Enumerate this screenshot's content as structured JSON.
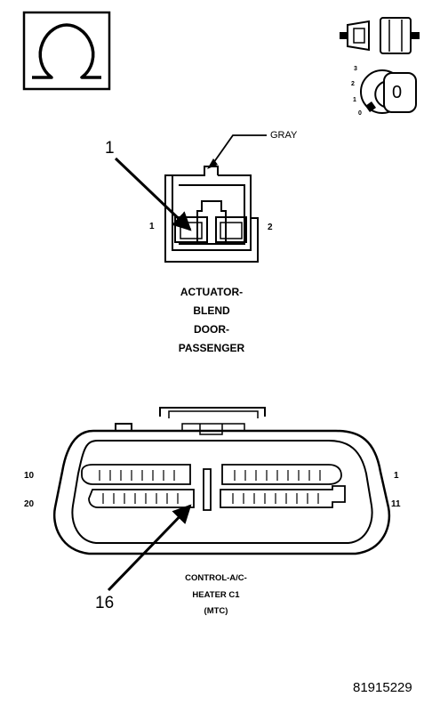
{
  "top_icons": {
    "ohmmeter_icon": "ohm-symbol",
    "connector_icon": "disconnected-connector",
    "ignition_icon": "ignition-key-off",
    "ignition_positions": [
      "3",
      "2",
      "1",
      "0"
    ],
    "ignition_key_label": "0"
  },
  "actuator": {
    "callout_number": "1",
    "wire_color": "GRAY",
    "pin_left": "1",
    "pin_right": "2",
    "caption_lines": [
      "ACTUATOR-",
      "BLEND",
      "DOOR-",
      "PASSENGER"
    ]
  },
  "controller": {
    "pin_top_left": "10",
    "pin_bottom_left": "20",
    "pin_top_right": "1",
    "pin_bottom_right": "11",
    "callout_number": "16",
    "caption_lines": [
      "CONTROL-A/C-",
      "HEATER C1",
      "(MTC)"
    ]
  },
  "figure_id": "81915229"
}
